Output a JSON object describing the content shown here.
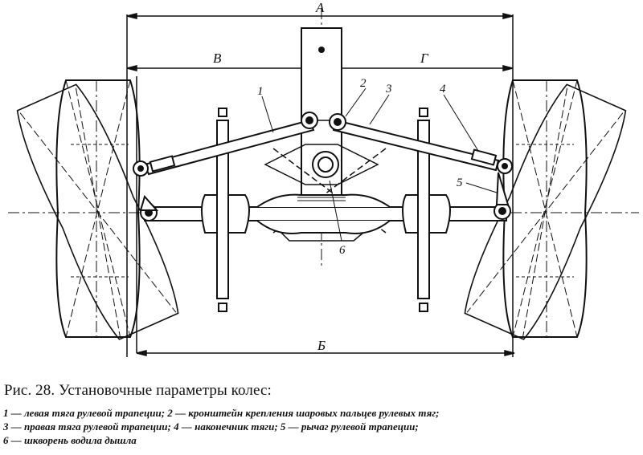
{
  "figure": {
    "dimension_labels": {
      "A": "А",
      "B": "Б",
      "V": "В",
      "G": "Г"
    },
    "part_numbers": {
      "p1": "1",
      "p2": "2",
      "p3": "3",
      "p4": "4",
      "p5": "5",
      "p6": "6"
    }
  },
  "caption": {
    "title": "Рис. 28. Установочные параметры колес:",
    "lines": [
      "1 — левая тяга рулевой трапеции; 2 — кронштейн крепления шаровых пальцев рулевых тяг;",
      "3 — правая тяга рулевой трапеции; 4 — наконечник тяги; 5 — рычаг рулевой трапеции;",
      "6 — шкворень водила дышла"
    ]
  }
}
